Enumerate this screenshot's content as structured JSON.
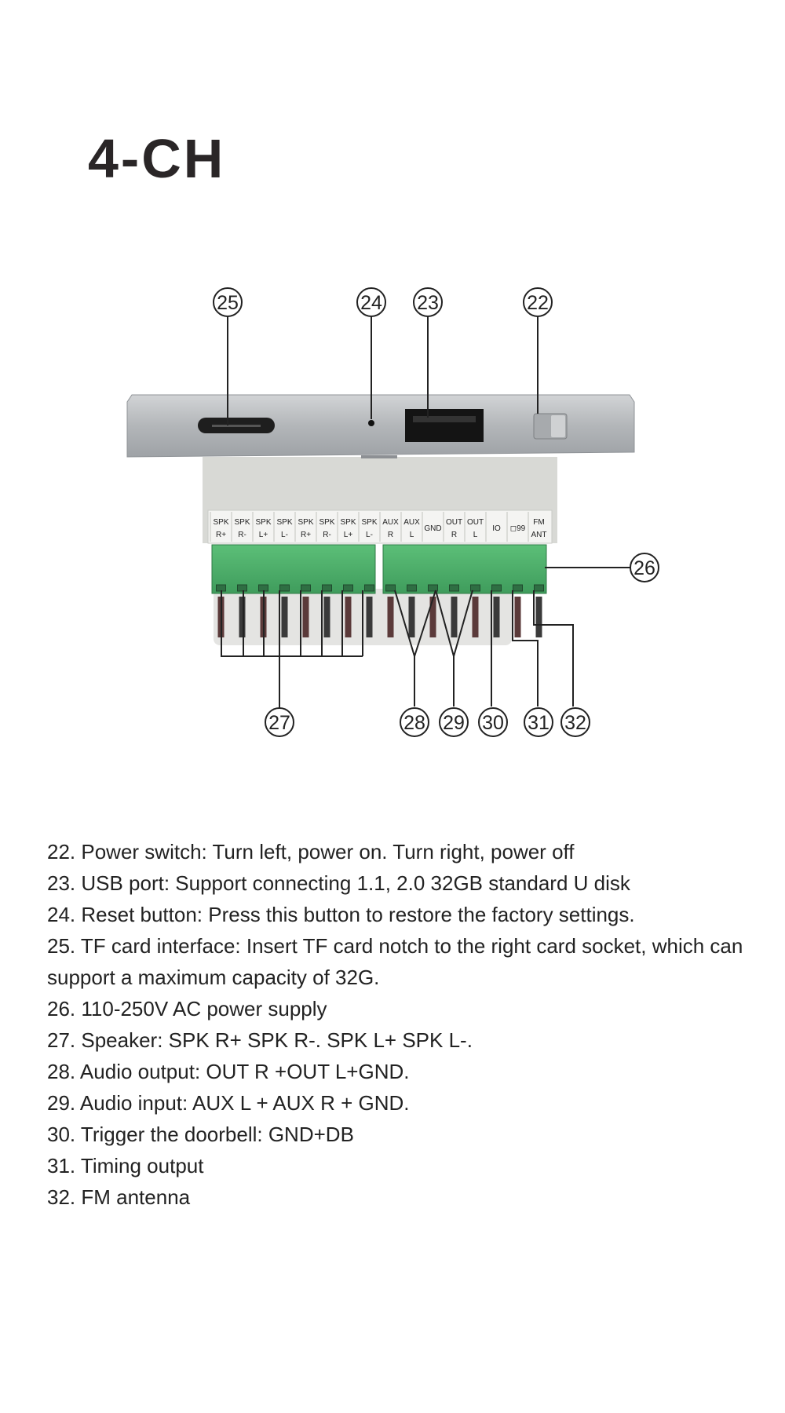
{
  "title": "4-CH",
  "terminal_labels": [
    {
      "top": "SPK",
      "bottom": "R+"
    },
    {
      "top": "SPK",
      "bottom": "R-"
    },
    {
      "top": "SPK",
      "bottom": "L+"
    },
    {
      "top": "SPK",
      "bottom": "L-"
    },
    {
      "top": "SPK",
      "bottom": "R+"
    },
    {
      "top": "SPK",
      "bottom": "R-"
    },
    {
      "top": "SPK",
      "bottom": "L+"
    },
    {
      "top": "SPK",
      "bottom": "L-"
    },
    {
      "top": "AUX",
      "bottom": "R"
    },
    {
      "top": "AUX",
      "bottom": "L"
    },
    {
      "top": "GND",
      "bottom": ""
    },
    {
      "top": "OUT",
      "bottom": "R"
    },
    {
      "top": "OUT",
      "bottom": "L"
    },
    {
      "top": "IO",
      "bottom": ""
    },
    {
      "top": "◻99",
      "bottom": ""
    },
    {
      "top": "FM",
      "bottom": "ANT"
    }
  ],
  "callouts": [
    "22",
    "23",
    "24",
    "25",
    "26",
    "27",
    "28",
    "29",
    "30",
    "31",
    "32"
  ],
  "colors": {
    "panel": "#b5b8bb",
    "terminal_green": "#4caf6a",
    "body_gray": "#d6d7d3"
  },
  "legend": [
    "22. Power switch: Turn left, power on. Turn right, power off",
    "23. USB port: Support connecting 1.1, 2.0 32GB standard U disk",
    "24. Reset button: Press this button to restore the factory settings.",
    "25. TF card interface: Insert TF card notch to the right card socket, which can support a maximum capacity of 32G.",
    "26. 110-250V AC power supply",
    "27. Speaker: SPK R+ SPK R-. SPK L+ SPK L-.",
    "28. Audio output: OUT R +OUT L+GND.",
    "29. Audio input: AUX L + AUX R + GND.",
    "30. Trigger the doorbell: GND+DB",
    "31. Timing output",
    "32. FM antenna"
  ]
}
